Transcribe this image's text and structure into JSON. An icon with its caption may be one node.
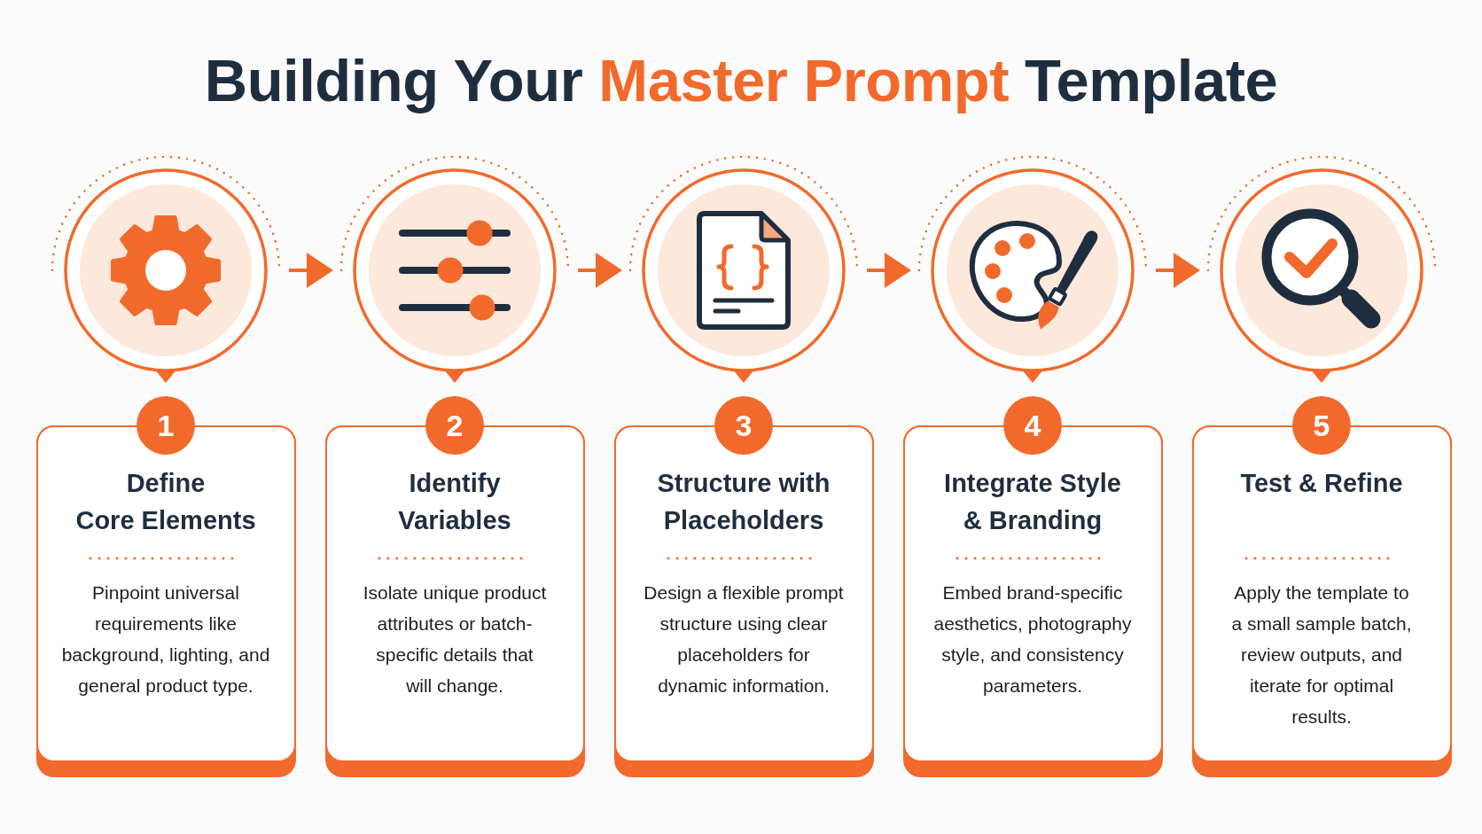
{
  "diagram": {
    "title": "Building Your **Master Prompt** Template",
    "nodes": [
      {
        "text": [],
        "shape": "circle"
      },
      {
        "text": [],
        "shape": "circle"
      },
      {
        "text": [],
        "shape": "circle"
      },
      {
        "text": [],
        "shape": "circle"
      },
      {
        "text": [],
        "shape": "circle"
      },
      {
        "text": [
          "1"
        ]
      },
      {
        "text": [
          "2"
        ]
      },
      {
        "text": [
          "3"
        ]
      },
      {
        "text": [
          "4"
        ]
      },
      {
        "text": [
          "5"
        ]
      },
      {
        "text": [
          "Define Core Elements",
          "Pinpoint universal requirements like background, lighting, and general product type."
        ]
      },
      {
        "text": [
          "Identify Variables",
          "Isolate unique product attributes or batch-specific details that will change."
        ]
      },
      {
        "text": [
          "Structure with Placeholders",
          "Design a flexible prompt structure using clear placeholders for dynamic information."
        ]
      },
      {
        "text": [
          "Integrate Style & Branding",
          "Embed brand-specific aesthetics, photography style, and consistency parameters."
        ]
      },
      {
        "text": [
          "Test & Refine",
          "Apply the template to a small sample batch, review outputs, and iterate for optimal results."
        ]
      }
    ],
    "edges": [
      {
        "from": 0,
        "to": 1,
        "arrow": "to"
      },
      {
        "from": 1,
        "to": 2,
        "arrow": "to"
      },
      {
        "from": 2,
        "to": 3,
        "arrow": "to"
      },
      {
        "from": 3,
        "to": 4,
        "arrow": "to"
      }
    ]
  }
}
